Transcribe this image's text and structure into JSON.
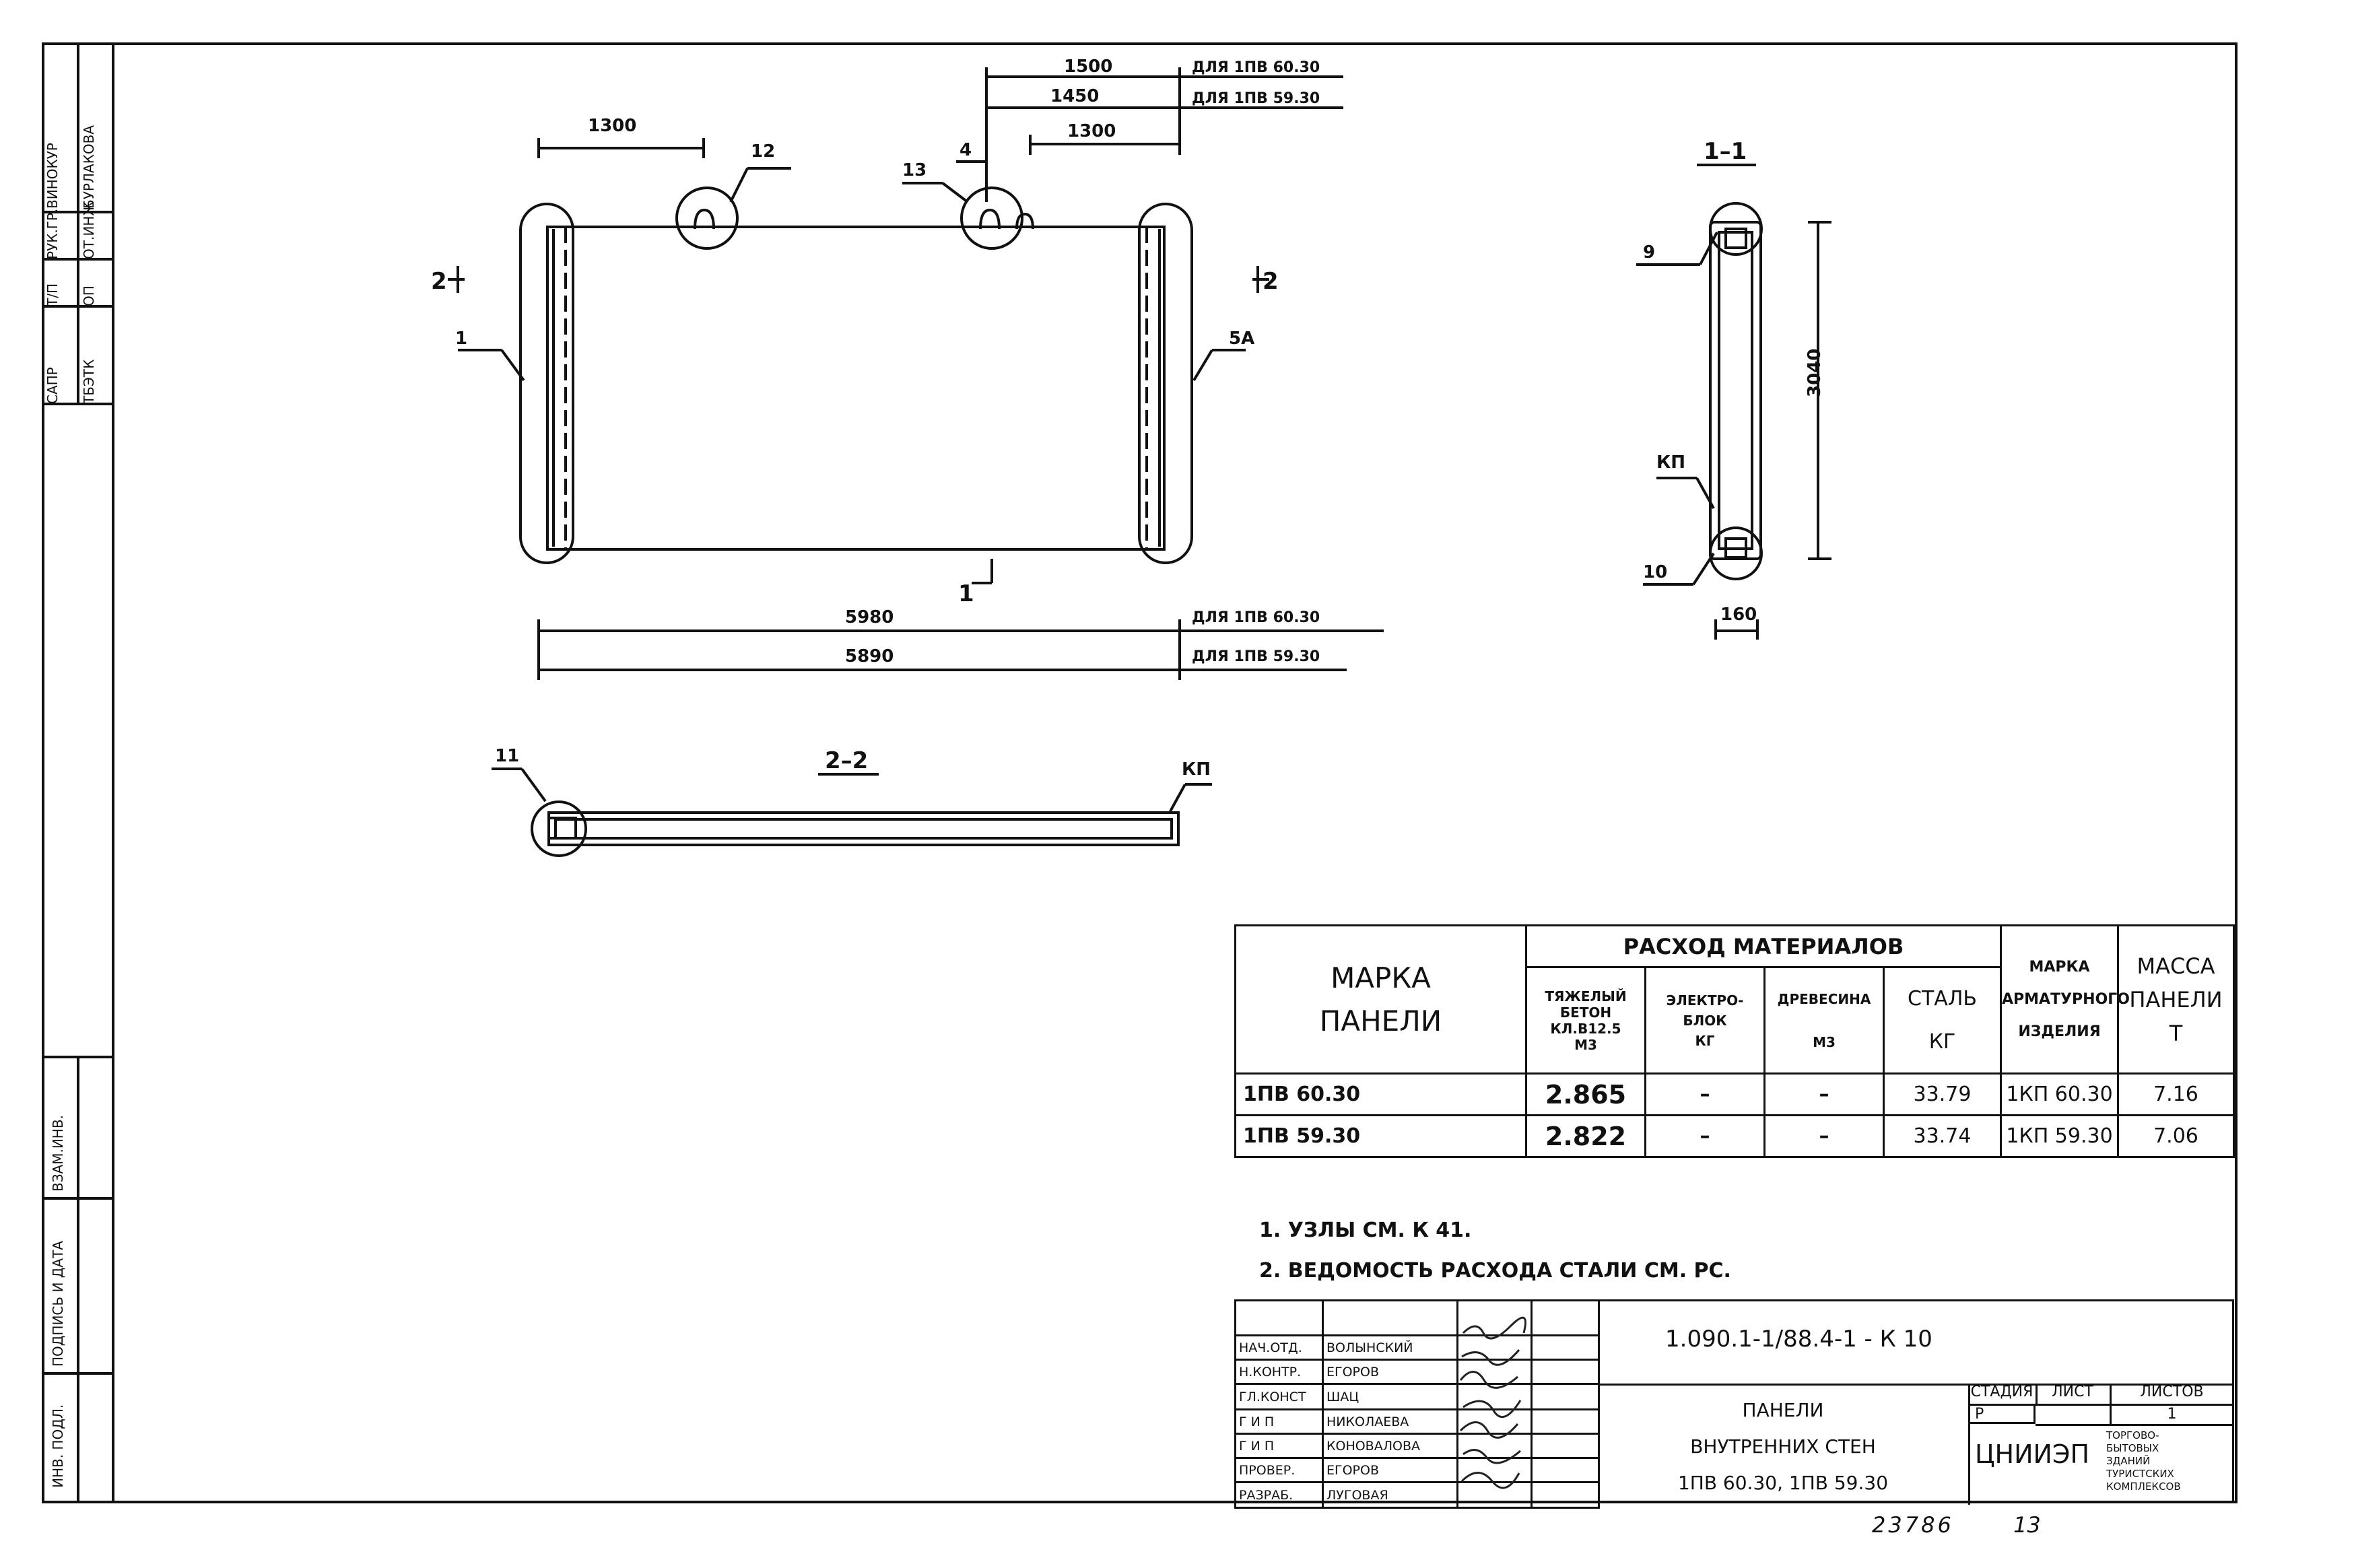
{
  "left_strip": {
    "top_cells": [
      "САПР",
      "ТБЭТК",
      "Т/П",
      "ОП",
      "РУК.ГР.",
      "ОТ.ИНЖ",
      "ВИНОКУР",
      "БУРЛАКОВА"
    ],
    "bottom_cells": [
      "ВЗАМ.ИНВ.",
      "ПОДПИСЬ И ДАТА",
      "ИНВ. ПОДЛ."
    ]
  },
  "elevation": {
    "dim_1300_left": "1300",
    "dim_1500": "1500",
    "dim_1450": "1450",
    "dim_1300_right": "1300",
    "note_1500": "ДЛЯ 1ПВ 60.30",
    "note_1450": "ДЛЯ 1ПВ 59.30",
    "callout_12_top": "12",
    "callout_13": "13",
    "callout_4": "4",
    "section_2_left": "2",
    "section_2_right": "2",
    "section_1_bottom": "1",
    "callout_1": "1",
    "callout_5a": "5А",
    "dim_length_a": "5980",
    "dim_length_b": "5890",
    "note_len_a": "ДЛЯ 1ПВ 60.30",
    "note_len_b": "ДЛЯ 1ПВ 59.30"
  },
  "section_1_1": {
    "title": "1–1",
    "callout_9": "9",
    "callout_kp": "КП",
    "callout_10": "10",
    "height": "3040",
    "width": "160"
  },
  "section_2_2": {
    "title": "2–2",
    "callout_11": "11",
    "callout_kp": "КП"
  },
  "materials_table": {
    "header_mark": [
      "МАРКА",
      "ПАНЕЛИ"
    ],
    "header_consumption": "РАСХОД МАТЕРИАЛОВ",
    "sub_concrete": [
      "ТЯЖЕЛЫЙ",
      "БЕТОН",
      "КЛ.В12.5",
      "М3"
    ],
    "sub_block": [
      "ЭЛЕКТРО-",
      "БЛОК",
      "КГ"
    ],
    "sub_wood": [
      "ДРЕВЕСИНА",
      "М3"
    ],
    "sub_steel": [
      "СТАЛЬ",
      "КГ"
    ],
    "header_rebar": [
      "МАРКА",
      "АРМАТУРНОГО",
      "ИЗДЕЛИЯ"
    ],
    "header_mass": [
      "МАССА",
      "ПАНЕЛИ",
      "Т"
    ],
    "rows": [
      {
        "mark": "1ПВ 60.30",
        "concrete": "2.865",
        "block": "–",
        "wood": "–",
        "steel": "33.79",
        "rebar": "1КП 60.30",
        "mass": "7.16"
      },
      {
        "mark": "1ПВ 59.30",
        "concrete": "2.822",
        "block": "–",
        "wood": "–",
        "steel": "33.74",
        "rebar": "1КП 59.30",
        "mass": "7.06"
      }
    ]
  },
  "notes": [
    "1. УЗЛЫ СМ. К 41.",
    "2. ВЕДОМОСТЬ РАСХОДА СТАЛИ СМ. РС."
  ],
  "title_block": {
    "roles": [
      "НАЧ.ОТД.",
      "Н.КОНТР.",
      "ГЛ.КОНСТ",
      "Г И П",
      "Г И П",
      "ПРОВЕР.",
      "РАЗРАБ."
    ],
    "names": [
      "ВОЛЫНСКИЙ",
      "ЕГОРОВ",
      "ШАЦ",
      "НИКОЛАЕВА",
      "КОНОВАЛОВА",
      "ЕГОРОВ",
      "ЛУГОВАЯ"
    ],
    "code": "1.090.1-1/88.4-1 - К 10",
    "title_lines": [
      "ПАНЕЛИ",
      "ВНУТРЕННИХ СТЕН",
      "1ПВ 60.30, 1ПВ 59.30"
    ],
    "stage_label": "СТАДИЯ",
    "sheet_label": "ЛИСТ",
    "sheets_label": "ЛИСТОВ",
    "stage": "Р",
    "sheets": "1",
    "org": "ЦНИИЭП",
    "org_sub": [
      "ТОРГОВО-",
      "БЫТОВЫХ",
      "ЗДАНИЙ",
      "ТУРИСТСКИХ",
      "КОМПЛЕКСОВ"
    ]
  },
  "footer": {
    "number": "23786",
    "page": "13"
  }
}
